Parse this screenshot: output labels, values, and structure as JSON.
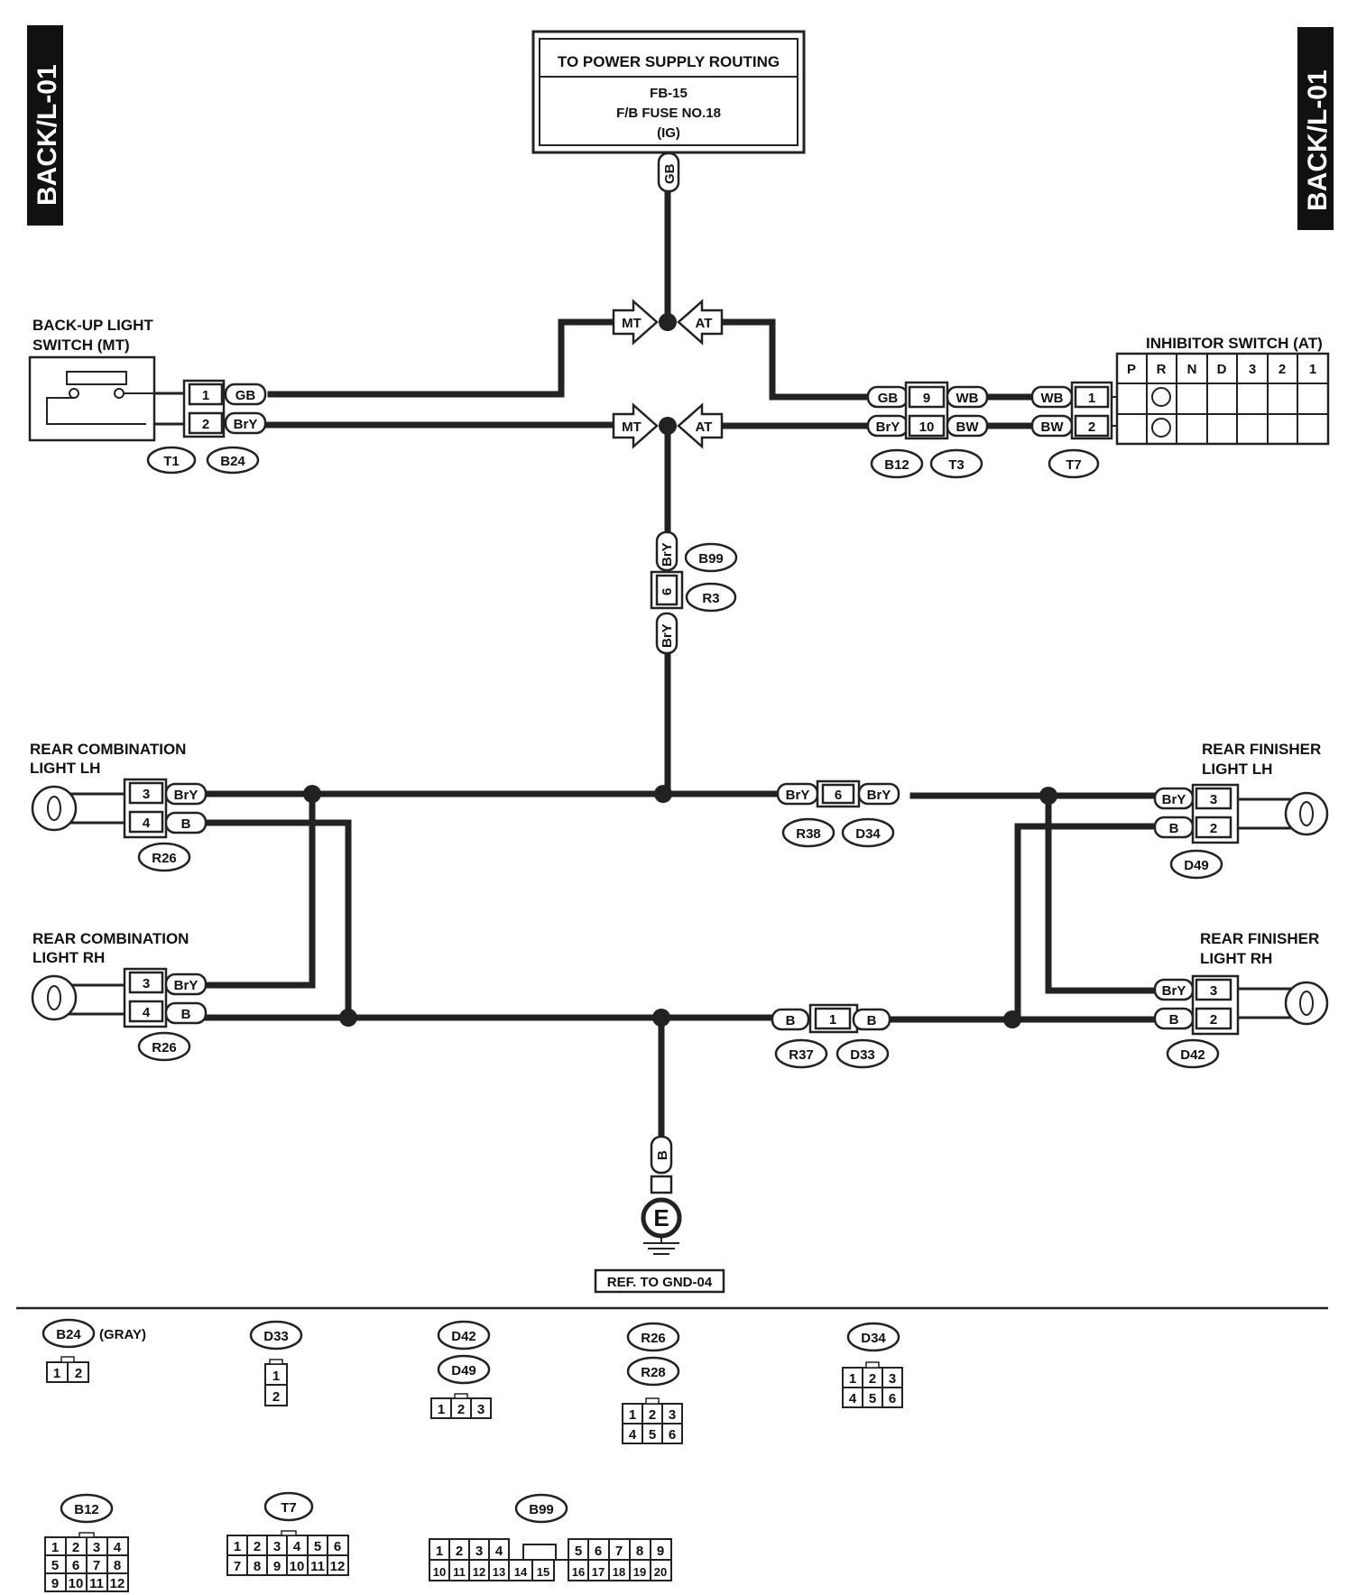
{
  "page_tag": "BACK/L-01",
  "power": {
    "title": "TO POWER SUPPLY ROUTING",
    "line1": "FB-15",
    "line2": "F/B FUSE NO.18",
    "line3": "(IG)",
    "wire": "GB"
  },
  "mt_label": "MT",
  "at_label": "AT",
  "backup_switch": {
    "line1": "BACK-UP LIGHT",
    "line2": "SWITCH (MT)",
    "pins": [
      "1",
      "2"
    ],
    "wires": [
      "GB",
      "BrY"
    ],
    "connectors": [
      "T1",
      "B24"
    ]
  },
  "inhibitor": {
    "title": "INHIBITOR SWITCH (AT)",
    "positions": [
      "P",
      "R",
      "N",
      "D",
      "3",
      "2",
      "1"
    ],
    "pins": [
      "1",
      "2"
    ],
    "wires": [
      "WB",
      "BW"
    ],
    "connector": "T7"
  },
  "b12_t3": {
    "pins": [
      "9",
      "10"
    ],
    "wires_left": [
      "GB",
      "BrY"
    ],
    "wires_right": [
      "WB",
      "BW"
    ],
    "connectors": [
      "B12",
      "T3"
    ]
  },
  "b99_r3": {
    "wire_top": "BrY",
    "pin": "6",
    "wire_bottom": "BrY",
    "connectors": [
      "B99",
      "R3"
    ]
  },
  "rear_combo_lh": {
    "line1": "REAR COMBINATION",
    "line2": "LIGHT LH",
    "pins": [
      "3",
      "4"
    ],
    "wires": [
      "BrY",
      "B"
    ],
    "connector": "R26"
  },
  "rear_combo_rh": {
    "line1": "REAR COMBINATION",
    "line2": "LIGHT RH",
    "pins": [
      "3",
      "4"
    ],
    "wires": [
      "BrY",
      "B"
    ],
    "connector": "R26"
  },
  "r38_d34": {
    "wire_left": "BrY",
    "pin": "6",
    "wire_right": "BrY",
    "connectors": [
      "R38",
      "D34"
    ]
  },
  "r37_d33": {
    "wire_left": "B",
    "pin": "1",
    "wire_right": "B",
    "connectors": [
      "R37",
      "D33"
    ]
  },
  "rear_finisher_lh": {
    "line1": "REAR FINISHER",
    "line2": "LIGHT LH",
    "pins": [
      "3",
      "2"
    ],
    "wires": [
      "BrY",
      "B"
    ],
    "connector": "D49"
  },
  "rear_finisher_rh": {
    "line1": "REAR FINISHER",
    "line2": "LIGHT RH",
    "pins": [
      "3",
      "2"
    ],
    "wires": [
      "BrY",
      "B"
    ],
    "connector": "D42"
  },
  "ground": {
    "wire": "B",
    "symbol": "E",
    "ref": "REF. TO GND-04"
  },
  "legend": {
    "b24": {
      "name": "B24",
      "note": "(GRAY)",
      "pins": [
        "1",
        "2"
      ]
    },
    "d33": {
      "name": "D33",
      "pins": [
        "1",
        "2"
      ]
    },
    "d42": {
      "name": "D42"
    },
    "d49": {
      "name": "D49",
      "pins": [
        "1",
        "2",
        "3"
      ]
    },
    "r26": {
      "name": "R26"
    },
    "r28": {
      "name": "R28",
      "pins": [
        "1",
        "2",
        "3",
        "4",
        "5",
        "6"
      ]
    },
    "d34": {
      "name": "D34",
      "pins": [
        "1",
        "2",
        "3",
        "4",
        "5",
        "6"
      ]
    },
    "b12": {
      "name": "B12",
      "pins": [
        "1",
        "2",
        "3",
        "4",
        "5",
        "6",
        "7",
        "8",
        "9",
        "10",
        "11",
        "12"
      ]
    },
    "t7": {
      "name": "T7",
      "pins": [
        "1",
        "2",
        "3",
        "4",
        "5",
        "6",
        "7",
        "8",
        "9",
        "10",
        "11",
        "12"
      ]
    },
    "b99": {
      "name": "B99",
      "pins": [
        "1",
        "2",
        "3",
        "4",
        "5",
        "6",
        "7",
        "8",
        "9",
        "10",
        "11",
        "12",
        "13",
        "14",
        "15",
        "16",
        "17",
        "18",
        "19",
        "20"
      ]
    }
  }
}
